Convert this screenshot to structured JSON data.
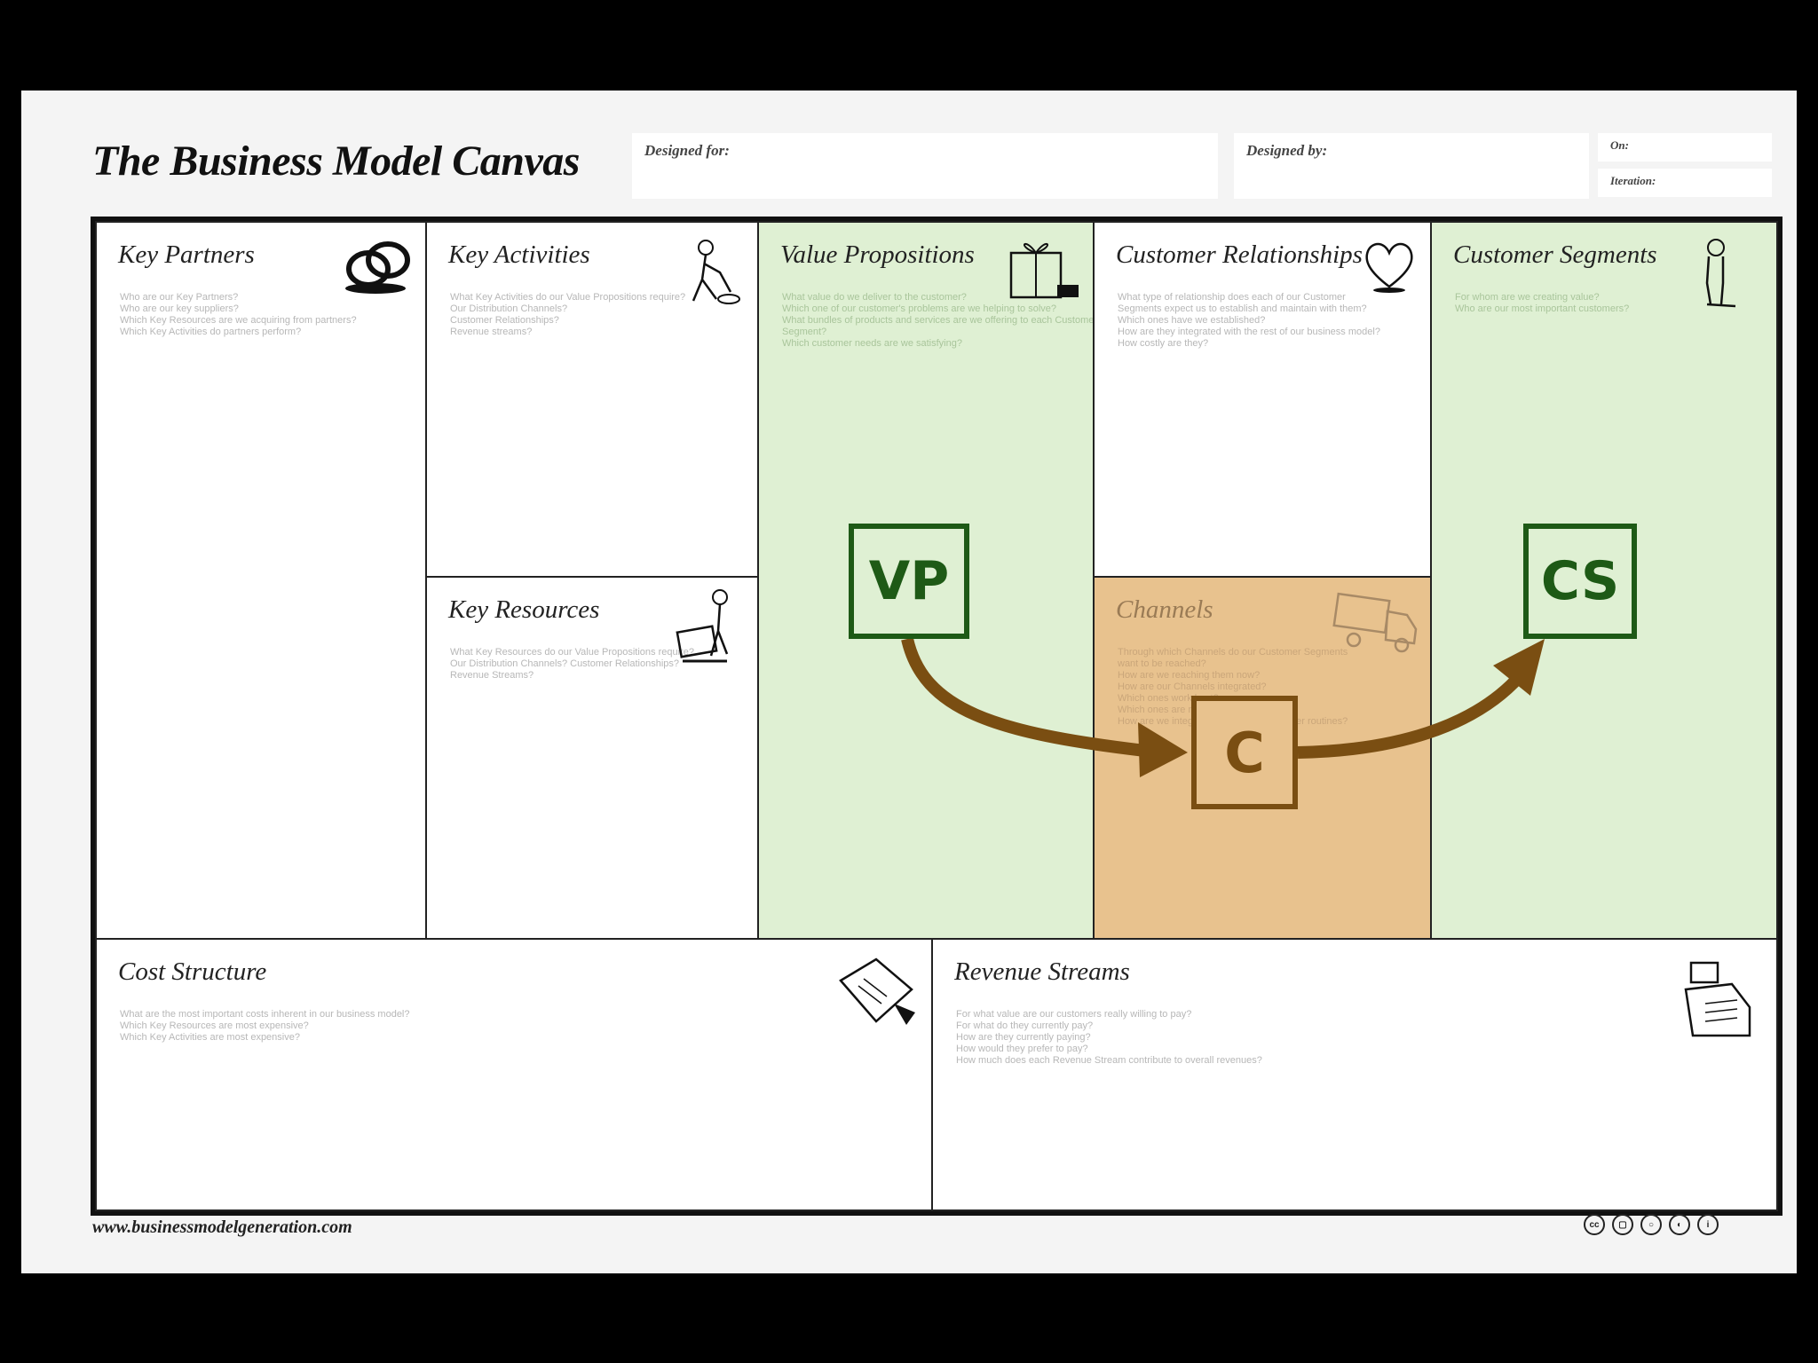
{
  "header": {
    "title": "The Business Model Canvas",
    "designed_for": "Designed for:",
    "designed_by": "Designed by:",
    "on": "On:",
    "iteration": "Iteration:"
  },
  "blocks": {
    "key_partners": {
      "title": "Key Partners",
      "questions": "Who are our Key Partners?\nWho are our key suppliers?\nWhich Key Resources are we acquiring from partners?\nWhich Key Activities do partners perform?"
    },
    "key_activities": {
      "title": "Key Activities",
      "questions": "What Key Activities do our Value Propositions require?\nOur Distribution Channels?\nCustomer Relationships?\nRevenue streams?"
    },
    "key_resources": {
      "title": "Key Resources",
      "questions": "What Key Resources do our Value Propositions require?\nOur Distribution Channels? Customer Relationships?\nRevenue Streams?"
    },
    "value_propositions": {
      "title": "Value Propositions",
      "questions": "What value do we deliver to the customer?\nWhich one of our customer's problems are we helping to solve?\nWhat bundles of products and services are we offering to each Customer Segment?\nWhich customer needs are we satisfying?"
    },
    "customer_relationships": {
      "title": "Customer Relationships",
      "questions": "What type of relationship does each of our Customer\nSegments expect us to establish and maintain with them?\nWhich ones have we established?\nHow are they integrated with the rest of our business model?\nHow costly are they?"
    },
    "channels": {
      "title": "Channels",
      "questions": "Through which Channels do our Customer Segments\nwant to be reached?\nHow are we reaching them now?\nHow are our Channels integrated?\nWhich ones work best?\nWhich ones are most cost-efficient?\nHow are we integrating them with customer routines?"
    },
    "customer_segments": {
      "title": "Customer Segments",
      "questions": "For whom are we creating value?\nWho are our most important customers?"
    },
    "cost_structure": {
      "title": "Cost Structure",
      "questions": "What are the most important costs inherent in our business model?\nWhich Key Resources are most expensive?\nWhich Key Activities are most expensive?"
    },
    "revenue_streams": {
      "title": "Revenue Streams",
      "questions": "For what value are our customers really willing to pay?\nFor what do they currently pay?\nHow are they currently paying?\nHow would they prefer to pay?\nHow much does each Revenue Stream contribute to overall revenues?"
    }
  },
  "badges": {
    "vp": "VP",
    "c": "C",
    "cs": "CS"
  },
  "colors": {
    "highlight_green": "#dff0d3",
    "highlight_orange": "#e8c28e",
    "badge_green": "#1e5a16",
    "arrow_brown": "#7a4e12"
  },
  "footer": {
    "url": "www.businessmodelgeneration.com"
  }
}
